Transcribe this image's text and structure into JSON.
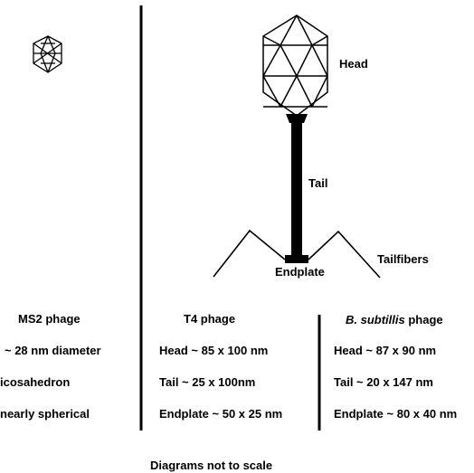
{
  "diagram": {
    "phage_labels": {
      "head": "Head",
      "tail": "Tail",
      "tailfibers": "Tailfibers",
      "endplate": "Endplate"
    },
    "columns": [
      {
        "title": "MS2 phage",
        "lines": [
          "~ 28 nm diameter",
          "icosahedron",
          "nearly spherical"
        ]
      },
      {
        "title": "T4 phage",
        "lines": [
          "Head ~ 85 x 100 nm",
          "Tail ~ 25 x 100nm",
          "Endplate ~ 50 x 25 nm"
        ]
      },
      {
        "title_italic": "B. subtillis",
        "title_rest": "phage",
        "lines": [
          "Head ~ 87 x 90 nm",
          "Tail ~ 20 x 147 nm",
          "Endplate ~ 80 x 40 nm"
        ]
      }
    ],
    "footer": "Diagrams not to scale"
  }
}
